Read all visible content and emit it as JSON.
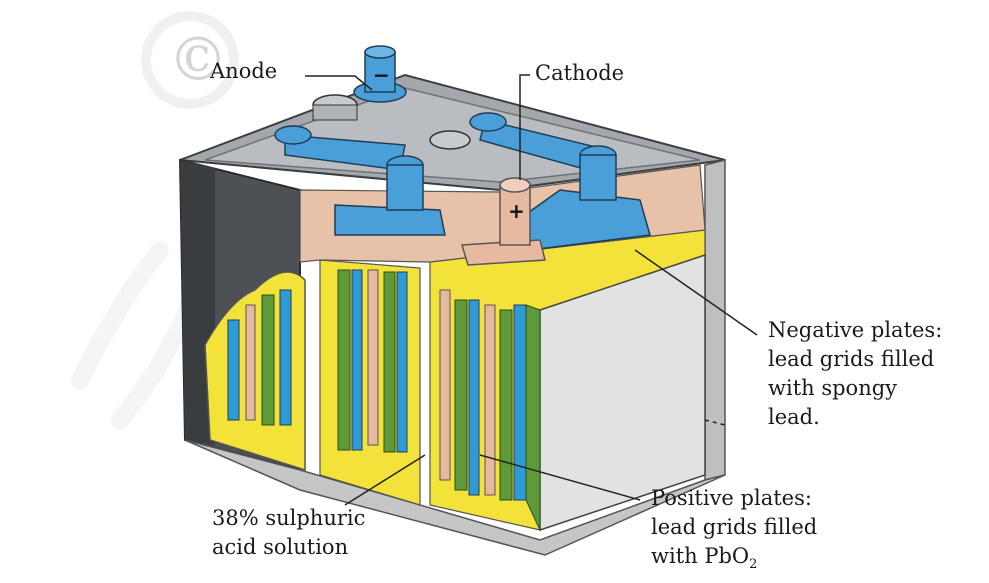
{
  "labels": {
    "anode": "Anode",
    "cathode": "Cathode",
    "negative_plates": [
      "Negative plates:",
      "lead grids filled",
      "with spongy",
      "lead."
    ],
    "positive_plates": [
      "Positive plates:",
      "lead grids filled",
      "with PbO"
    ],
    "positive_subscript": "2",
    "acid": [
      "38% sulphuric",
      "acid solution"
    ]
  },
  "terminals": {
    "negative_sign": "−",
    "positive_sign": "+"
  },
  "watermark": "©",
  "colors": {
    "casing": "#8f9398",
    "casing_dark": "#5a5e63",
    "casing_top": "#b9bdc1",
    "lead_terminal": "#4a9fd8",
    "negative_plate": "#2f9bd6",
    "positive_plate": "#5f9a3a",
    "separator": "#e6b9a0",
    "electrolyte": "#f2e23a",
    "inner_wall": "#e2e2e2",
    "sealant": "#e3c8b4"
  }
}
